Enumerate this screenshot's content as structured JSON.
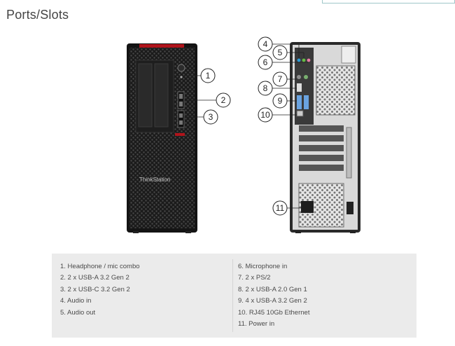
{
  "page": {
    "title": "Ports/Slots"
  },
  "figure": {
    "brand_text": "ThinkStation",
    "callouts": [
      "1",
      "2",
      "3",
      "4",
      "5",
      "6",
      "7",
      "8",
      "9",
      "10",
      "11"
    ]
  },
  "legend": {
    "left": [
      "1. Headphone / mic combo",
      "2. 2 x USB-A 3.2 Gen 2",
      "3. 2 x USB-C 3.2 Gen 2",
      "4. Audio in",
      "5. Audio out"
    ],
    "right": [
      "6. Microphone in",
      "7. 2 x PS/2",
      "8. 2 x USB-A 2.0 Gen 1",
      "9. 4 x USB-A 3.2 Gen 2",
      "10. RJ45 10Gb Ethernet",
      "11. Power in"
    ]
  }
}
